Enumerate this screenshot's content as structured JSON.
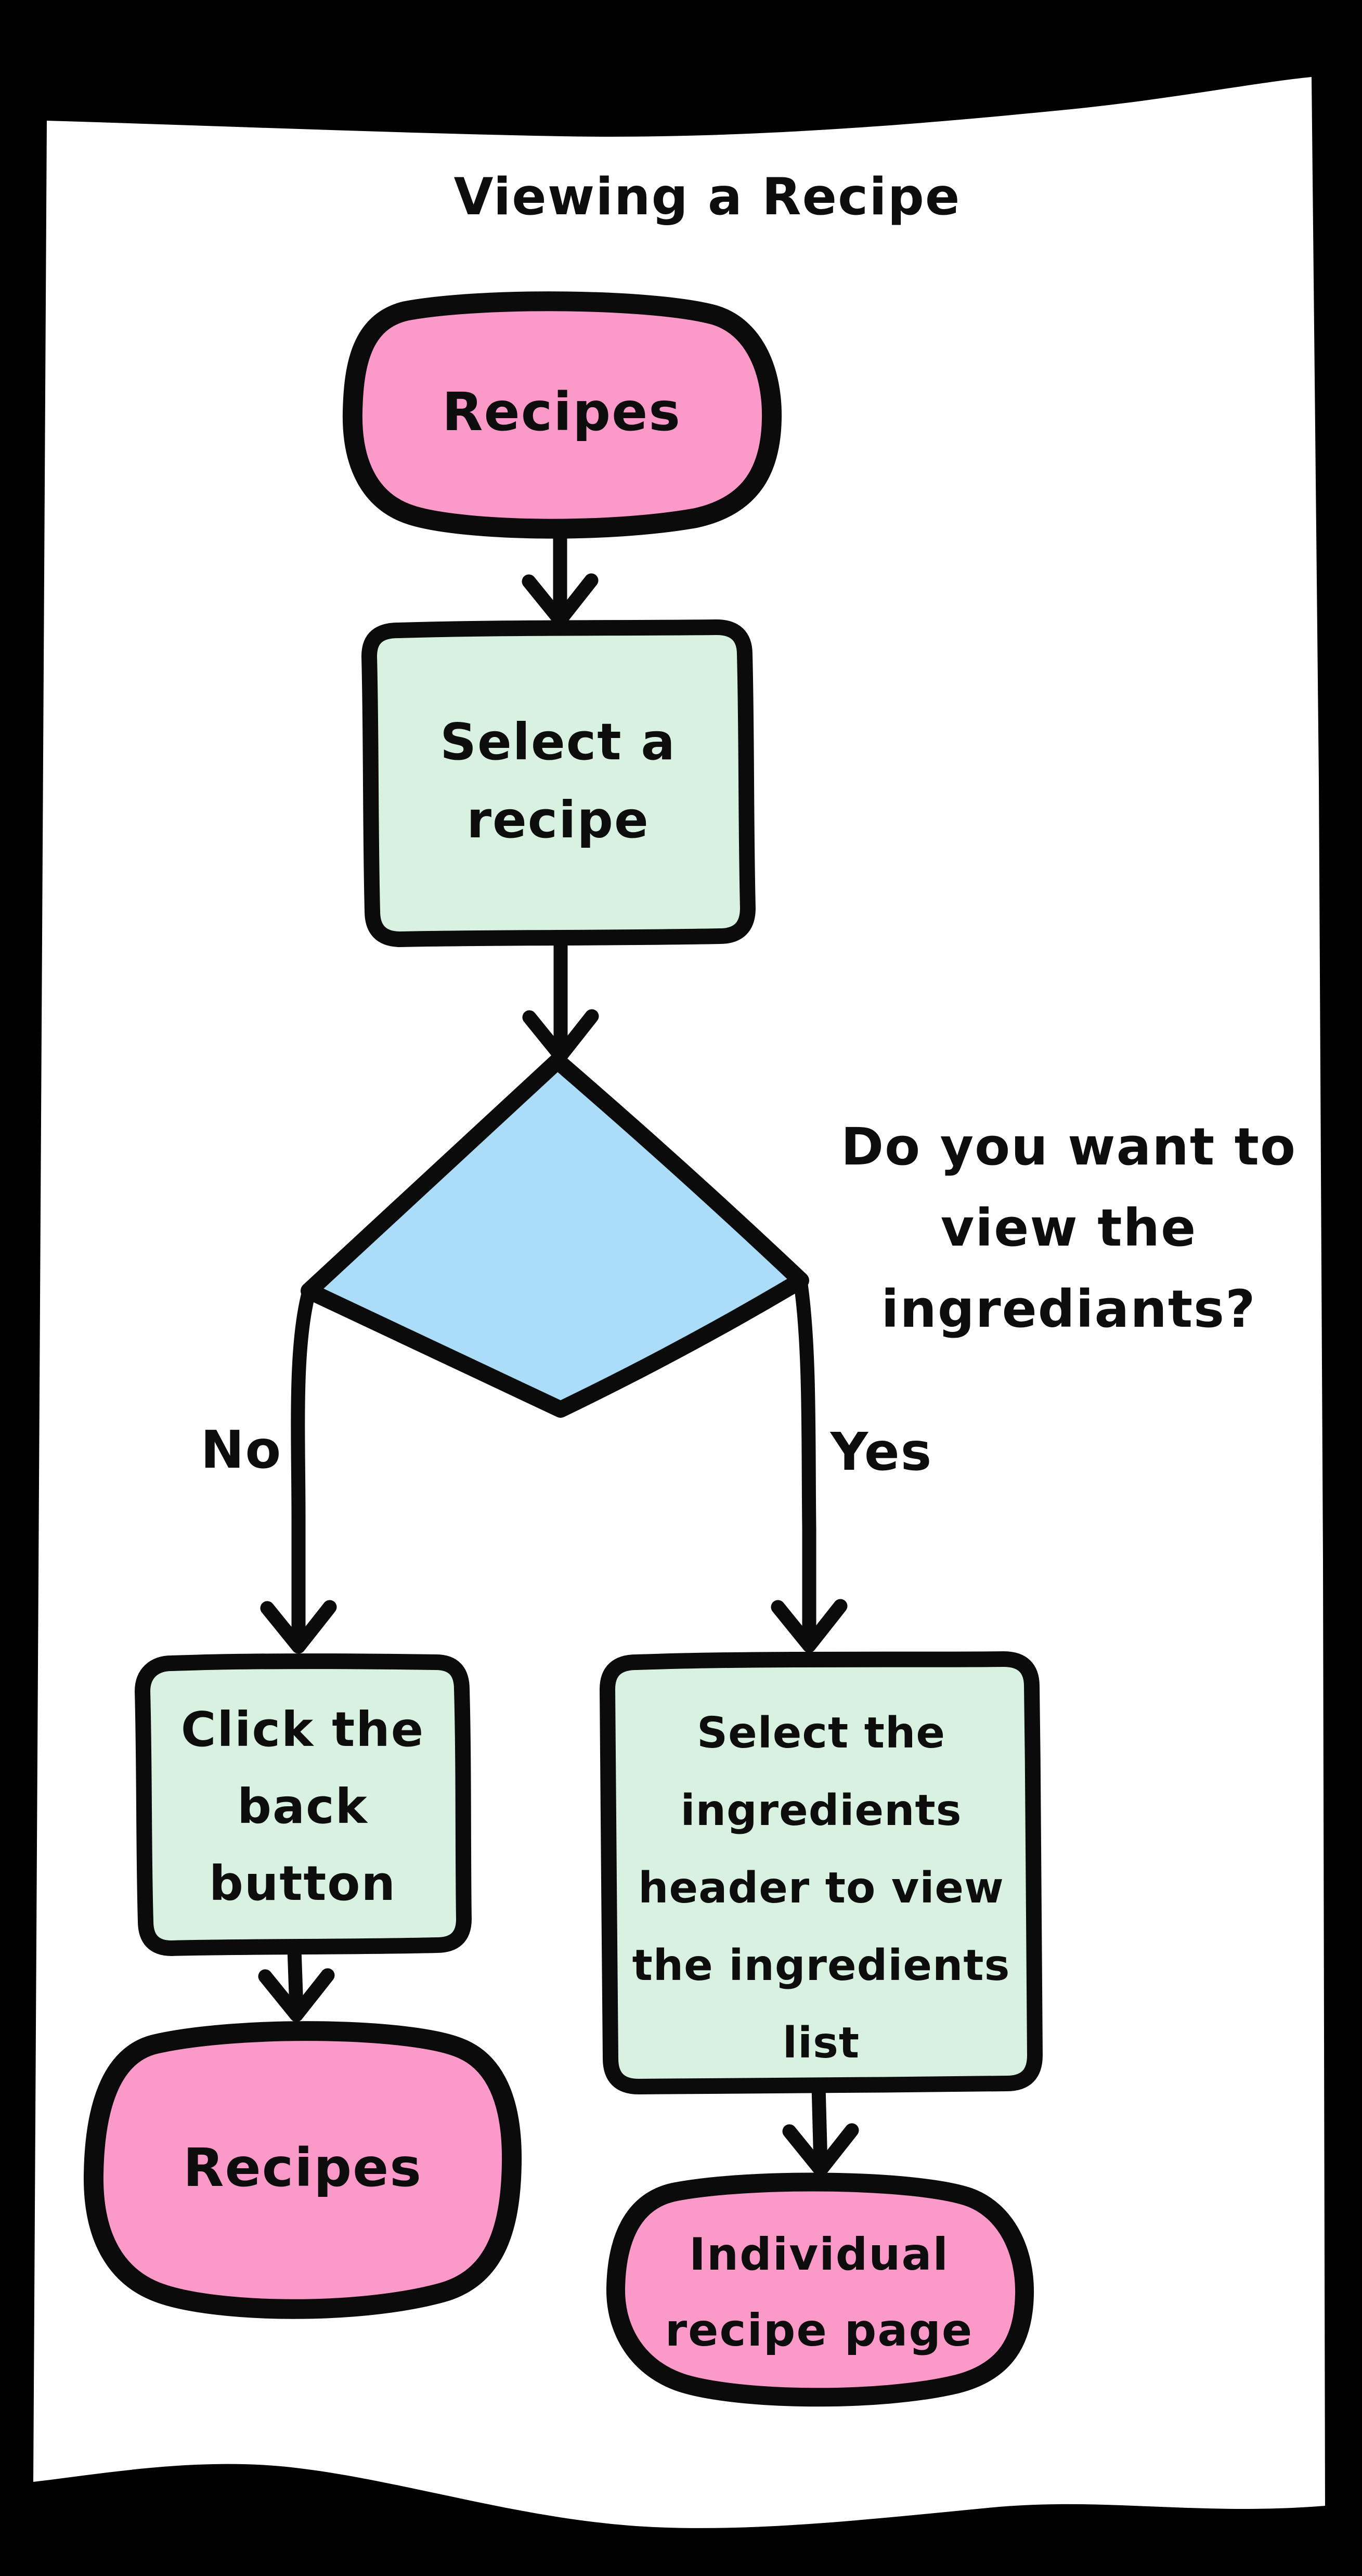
{
  "title": "Viewing a Recipe",
  "colors": {
    "background": "#000000",
    "paper": "#ffffff",
    "outline": "#0b0b0b",
    "pink": "#FB9AC9",
    "green": "#D8F1E1",
    "blue": "#ABDDF8"
  },
  "nodes": {
    "start": {
      "type": "terminator",
      "lines": [
        "Recipes"
      ]
    },
    "select_recipe": {
      "type": "process",
      "lines": [
        "Select a",
        "recipe"
      ]
    },
    "decision": {
      "type": "decision",
      "question_lines": [
        "Do you want to",
        "view the",
        "ingrediants?"
      ],
      "no_branch": "No",
      "yes_branch": "Yes"
    },
    "back_button": {
      "type": "process",
      "lines": [
        "Click the",
        "back",
        "button"
      ]
    },
    "recipes_return": {
      "type": "terminator",
      "lines": [
        "Recipes"
      ]
    },
    "ingredients_header": {
      "type": "process",
      "lines": [
        "Select the",
        "ingredients",
        "header to view",
        "the ingredients",
        "list"
      ]
    },
    "individual_page": {
      "type": "terminator",
      "lines": [
        "Individual",
        "recipe page"
      ]
    }
  }
}
